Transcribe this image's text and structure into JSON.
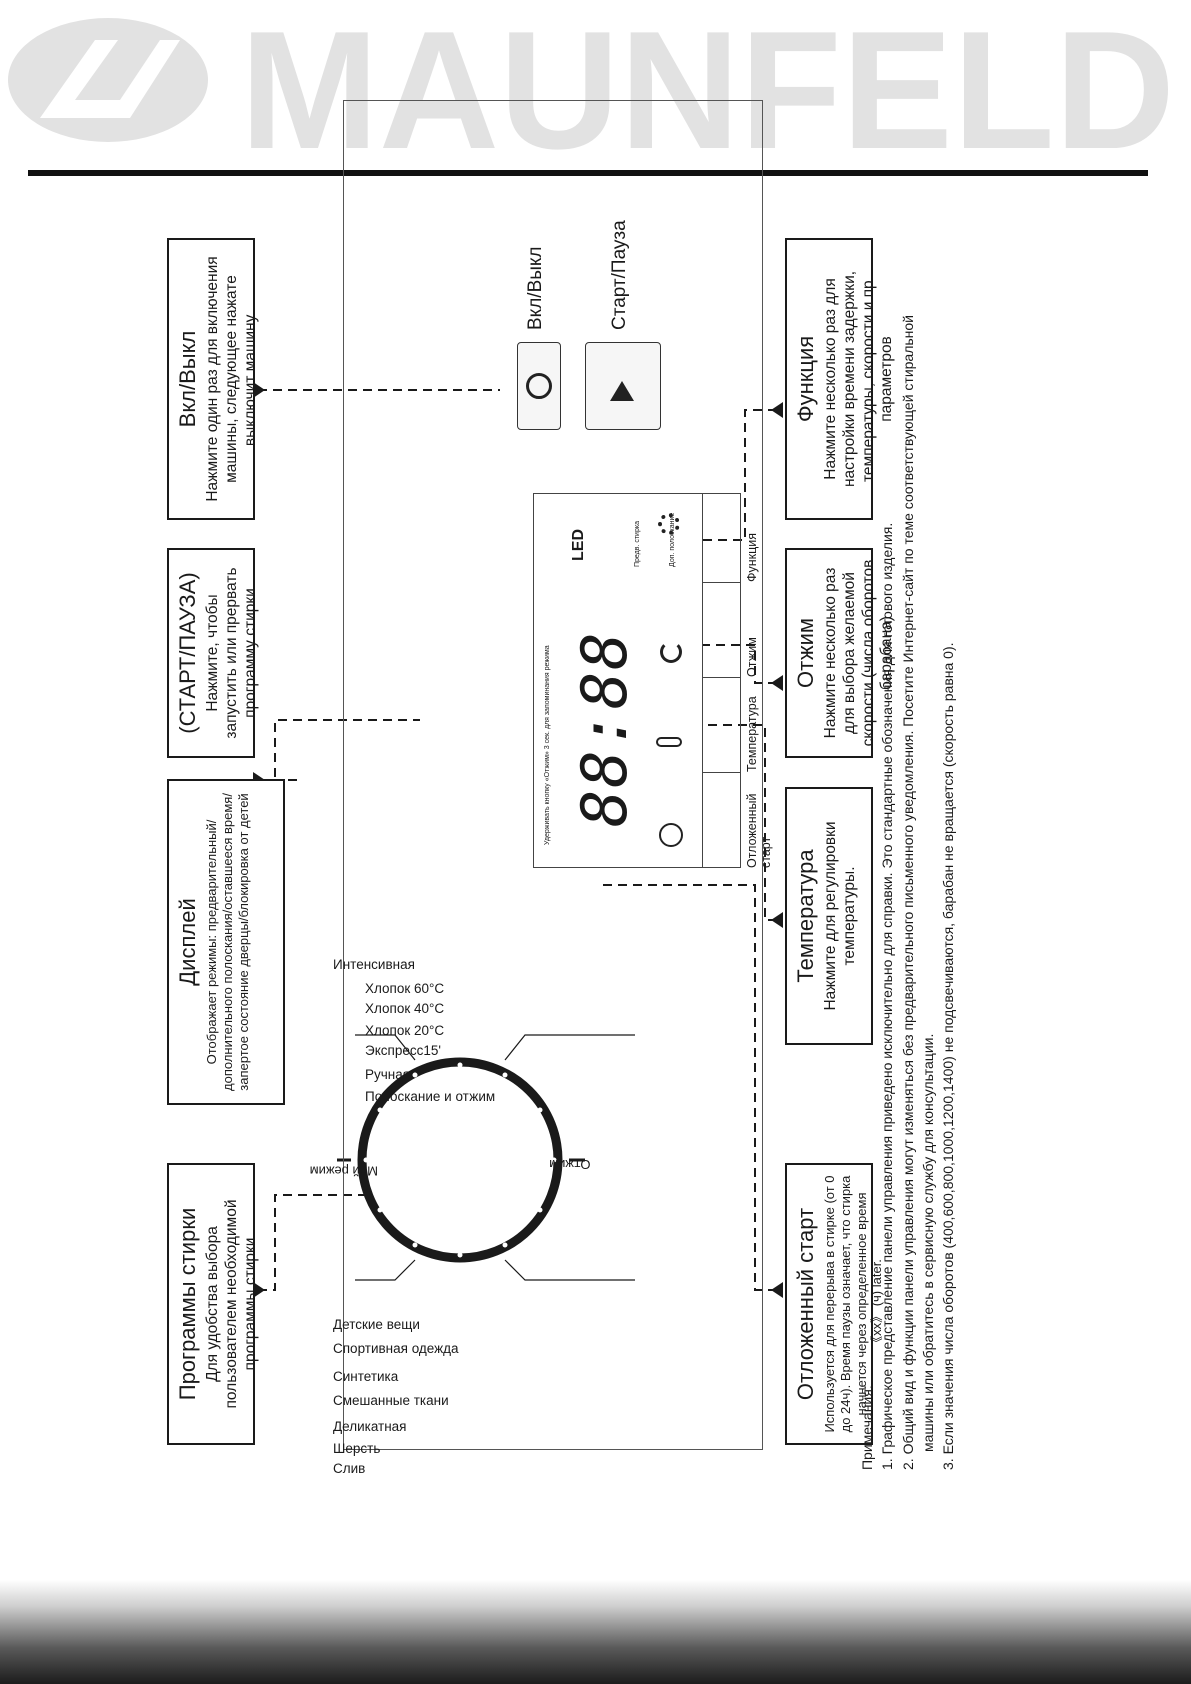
{
  "header": {
    "brand": "MAUNFELD"
  },
  "callouts": {
    "programs": {
      "title": "Программы стирки",
      "body": "Для удобства выбора пользователем необходимой программы стирки"
    },
    "display": {
      "title": "Дисплей",
      "body": "Отображает режимы: предварительный/дополнительного полоскания/оставшееся время/запертое состояние дверцы/блокировка от детей"
    },
    "start_pause": {
      "title": "(СТАРТ/ПАУЗА)",
      "body": "Нажмите, чтобы запустить или прервать программу стирки"
    },
    "power": {
      "title": "Вкл/Выкл",
      "body": "Нажмите один раз для включения машины, следующее нажате выключит машину."
    },
    "delay": {
      "title": "Отложенный старт",
      "body": "Используется для перерыва в стирке (от 0 до 24ч). Время паузы означает, что стирка начнется через определенное время 《xx》 (ч) later."
    },
    "temperature": {
      "title": "Температура",
      "body": "Нажмите для регулировки температуры."
    },
    "spin": {
      "title": "Отжим",
      "body": "Нажмите несколько раз для выбора желаемой скорости (числа оборотов барабана)"
    },
    "function": {
      "title": "Функция",
      "body": "Нажмите несколько раз для настройки времени задержки, температуры, скорости и пр. параметров"
    }
  },
  "programs_left": [
    "Детские вещи",
    "Спортивная одежда",
    "Синтетика",
    "Смешанные ткани",
    "Деликатная",
    "Шерсть",
    "Слив"
  ],
  "programs_right": [
    "Интенсивная",
    "Хлопок 60°C",
    "Хлопок 40°C",
    "Хлопок 20°C",
    "Экспресс15'",
    "Ручная",
    "Полоскание и отжим"
  ],
  "dial": {
    "my_mode": "Мой режим",
    "spin": "Отжим"
  },
  "panel": {
    "hold_hint": "Удерживать кнопку «Отжим» 3 сек. для запоминания режима",
    "digits": "88:88",
    "led": "LED",
    "prewash": "Предв. стирка",
    "extra_rinse": "Доп. полоскание",
    "btn_delay": "Отложенный старт",
    "btn_temp": "Температура",
    "btn_spin": "Отжим",
    "btn_function": "Функция",
    "power_label": "Вкл/Выкл",
    "start_label": "Старт/Пауза"
  },
  "notes": {
    "heading": "Примечания:",
    "items": [
      "1. Графическое представление панели управления приведено исключительно для справки. Это стандартные обозначения для готового изделия.",
      "2. Общий вид и функции панели управления могут изменяться без предварительного письменного уведомления. Посетите Интернет-сайт по теме соответствующей стиральной",
      "машины или обратитесь в сервисную службу для консультации.",
      "3. Если значения числа оборотов (400,600,800,1000,1200,1400) не подсвечиваются, барабан не вращается (скорость равна 0)."
    ]
  },
  "colors": {
    "logo_gray": "#e2e2e2",
    "ink": "#1a1a1a"
  }
}
